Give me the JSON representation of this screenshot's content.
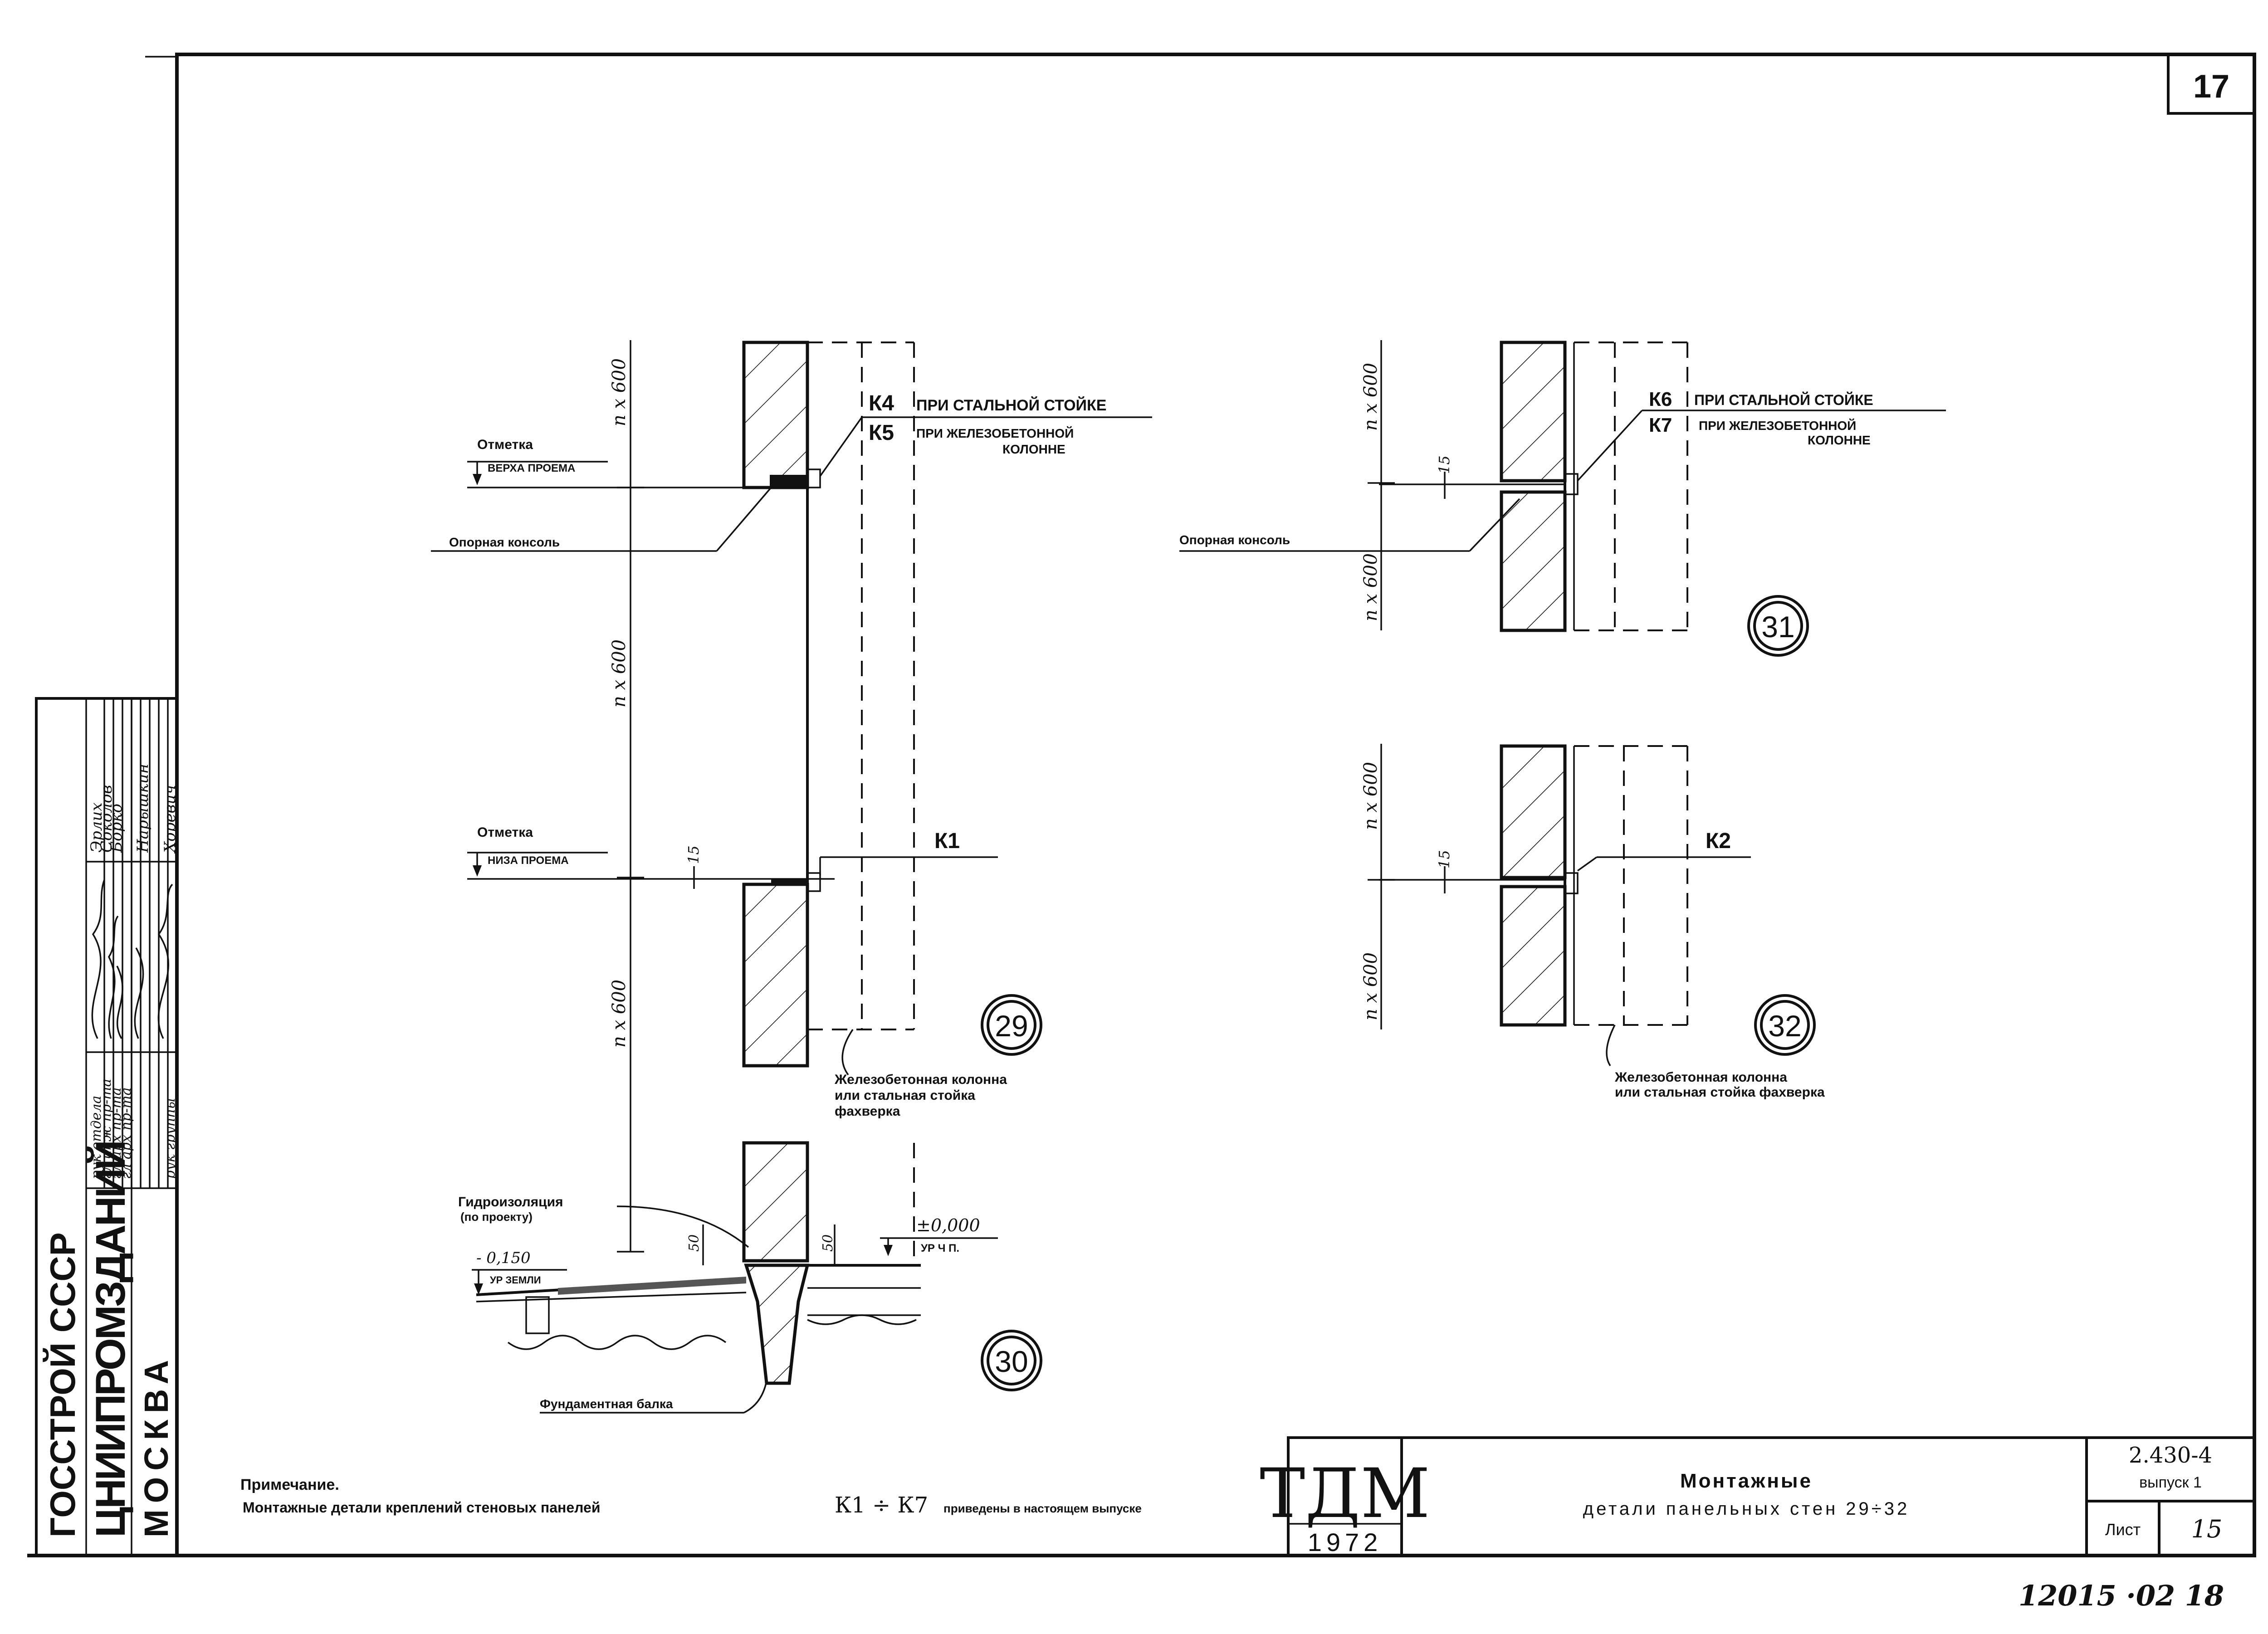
{
  "sheet": {
    "sheet_number": "17",
    "bottom_code": "12015 ·02  18"
  },
  "stamp": {
    "org1": "ГОССТРОЙ СССР",
    "org2": "ЦНИИПРОМЗДАНИЙ",
    "org3": "МОСКВА",
    "roles": [
      "рук отдела",
      "гл инж пр-та",
      "гл арх пр-та",
      "гл арх пр-та",
      "рук группы"
    ],
    "names": [
      "Эрлих",
      "Соколов",
      "Борко",
      "Нарышкин",
      "Хоревич"
    ]
  },
  "details": {
    "d29": {
      "number": "29",
      "label_k4": "К4",
      "text_k4": "ПРИ СТАЛЬНОЙ СТОЙКЕ",
      "label_k5": "К5",
      "text_k5": "ПРИ ЖЕЛЕЗОБЕТОННОЙ",
      "text_k5b": "КОЛОННЕ",
      "mark_top": "Отметка",
      "mark_top_sub": "ВЕРХА ПРОЕМА",
      "console": "Опорная консоль",
      "mark_bottom": "Отметка",
      "mark_bottom_sub": "НИЗА ПРОЕМА",
      "label_k1": "К1",
      "dim_top": "n x 600",
      "dim_mid": "n x 600",
      "dim_low": "n x 600",
      "dim_15": "15",
      "column_1": "Железобетонная колонна",
      "column_2": "или стальная стойка",
      "column_3": "фахверка"
    },
    "d30": {
      "number": "30",
      "hydro_1": "Гидроизоляция",
      "hydro_2": "(по проекту)",
      "level_1": "- 0,150",
      "level_1_sub": "УР ЗЕМЛИ",
      "level_2": "±0,000",
      "level_2_sub": "УР Ч П.",
      "dim_50a": "50",
      "dim_50b": "50",
      "beam": "Фундаментная балка"
    },
    "d31": {
      "number": "31",
      "label_k6": "К6",
      "text_k6": "ПРИ СТАЛЬНОЙ СТОЙКЕ",
      "label_k7": "К7",
      "text_k7": "ПРИ ЖЕЛЕЗОБЕТОННОЙ",
      "text_k7b": "КОЛОННЕ",
      "console": "Опорная консоль",
      "dim_top": "n x 600",
      "dim_bot": "n x 600",
      "dim_15": "15"
    },
    "d32": {
      "number": "32",
      "label_k2": "К2",
      "dim_top": "n x 600",
      "dim_bot": "n x 600",
      "dim_15": "15",
      "column_1": "Железобетонная колонна",
      "column_2": "или стальная стойка фахверка"
    }
  },
  "note": {
    "title": "Примечание.",
    "text_a": "Монтажные детали креплений стеновых панелей",
    "text_b": "К1 ÷ К7",
    "text_c": "приведены в настоящем выпуске"
  },
  "title_block": {
    "logo": "ТДМ",
    "year": "1972",
    "title_1": "Монтажные",
    "title_2": "детали панельных стен 29÷32",
    "series": "2.430-4",
    "issue": "выпуск 1",
    "sheet_label": "Лист",
    "sheet_no": "15"
  }
}
